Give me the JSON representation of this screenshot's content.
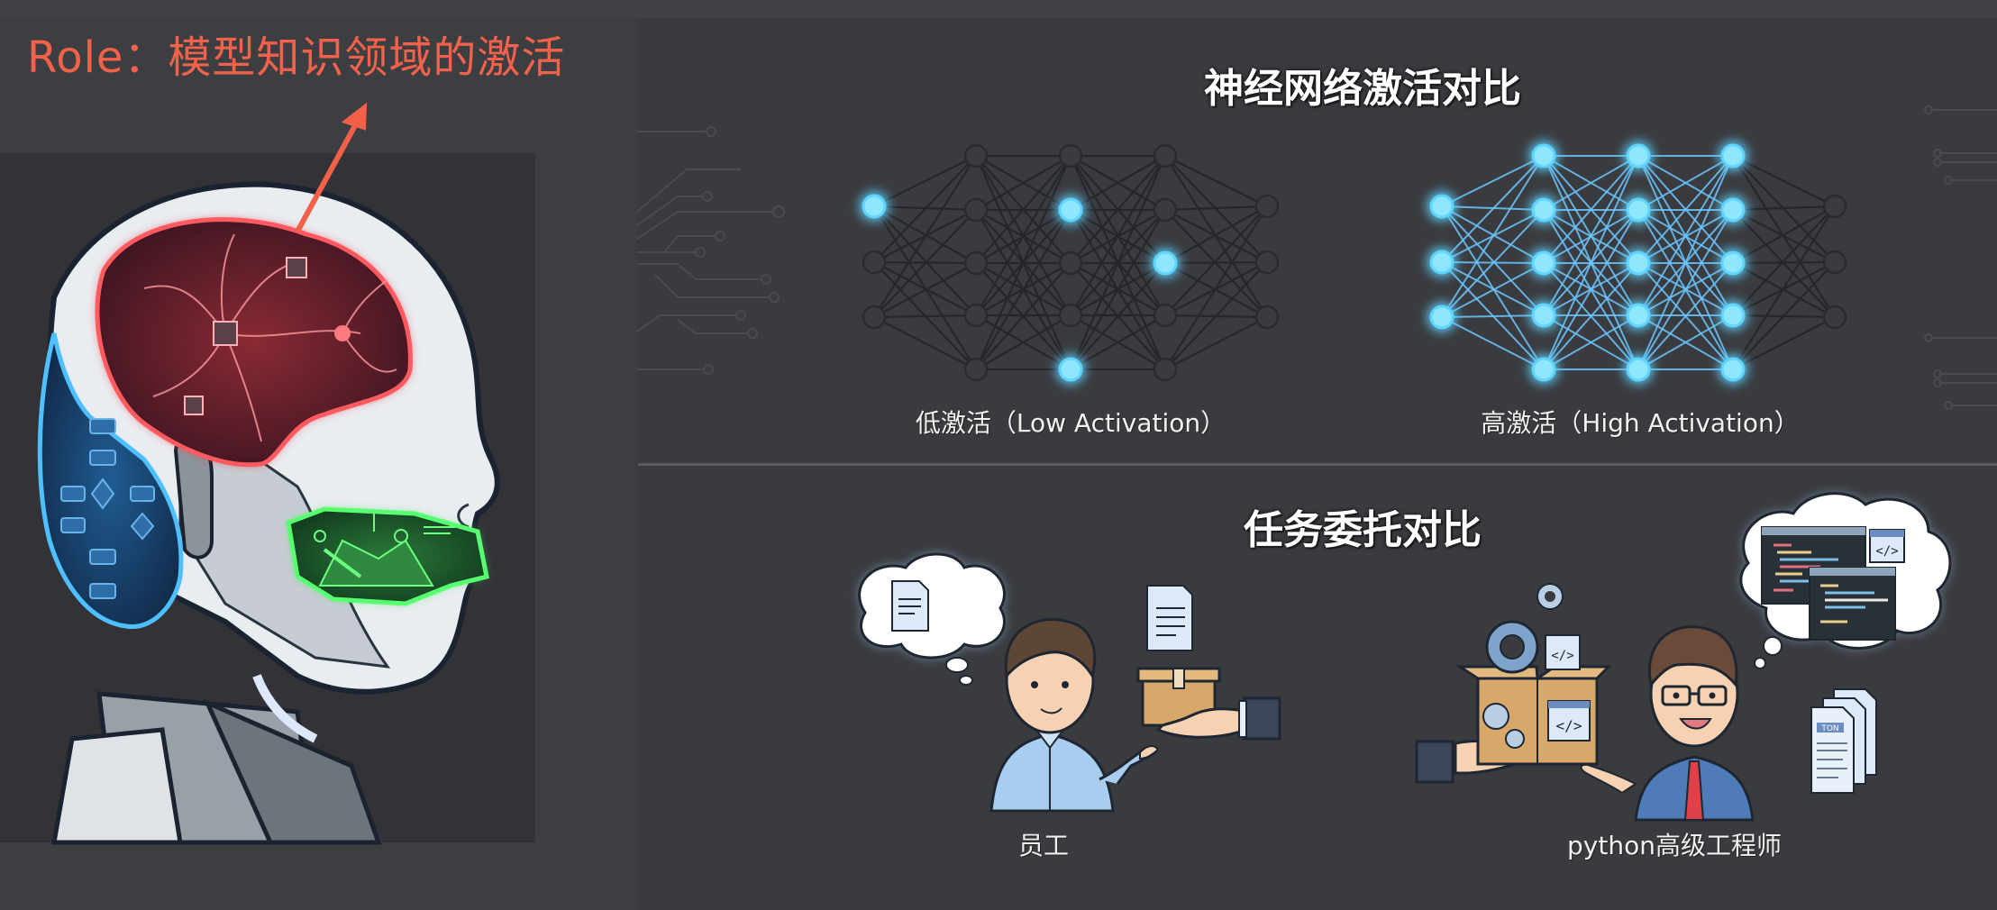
{
  "left_panel": {
    "role_title": "Role：模型知识领域的激活",
    "accent_color": "#f2614a",
    "illustration": {
      "subject": "robot head profile",
      "regions": [
        {
          "name": "brain-neural-network",
          "color": "#e0383f"
        },
        {
          "name": "flowchart-logic",
          "color": "#3aa8e8"
        },
        {
          "name": "map-navigation-visor",
          "color": "#3fdc5a"
        }
      ]
    }
  },
  "network_section": {
    "title": "神经网络激活对比",
    "low": {
      "label": "低激活（Low Activation）",
      "active_nodes": [
        [
          0,
          0
        ],
        [
          2,
          1
        ],
        [
          2,
          4
        ],
        [
          3,
          2
        ]
      ]
    },
    "high": {
      "label": "高激活（High Activation）",
      "active_layers": [
        0,
        1,
        2,
        3
      ]
    },
    "layer_sizes": [
      3,
      5,
      5,
      5,
      3
    ],
    "active_color": "#5fd4ff",
    "inactive_color": "#2a2b2f"
  },
  "delegation_section": {
    "title": "任务委托对比",
    "employee": {
      "label": "员工",
      "thought_icon": "document-icon",
      "handed_items": [
        "document-icon",
        "box-icon"
      ]
    },
    "engineer": {
      "label": "python高级工程师",
      "thought_icon": "code-windows-icon",
      "handed_items": [
        "gears-icon",
        "code-icon",
        "box-icon"
      ],
      "document_tag": "TON",
      "code_tag": "</>"
    }
  }
}
